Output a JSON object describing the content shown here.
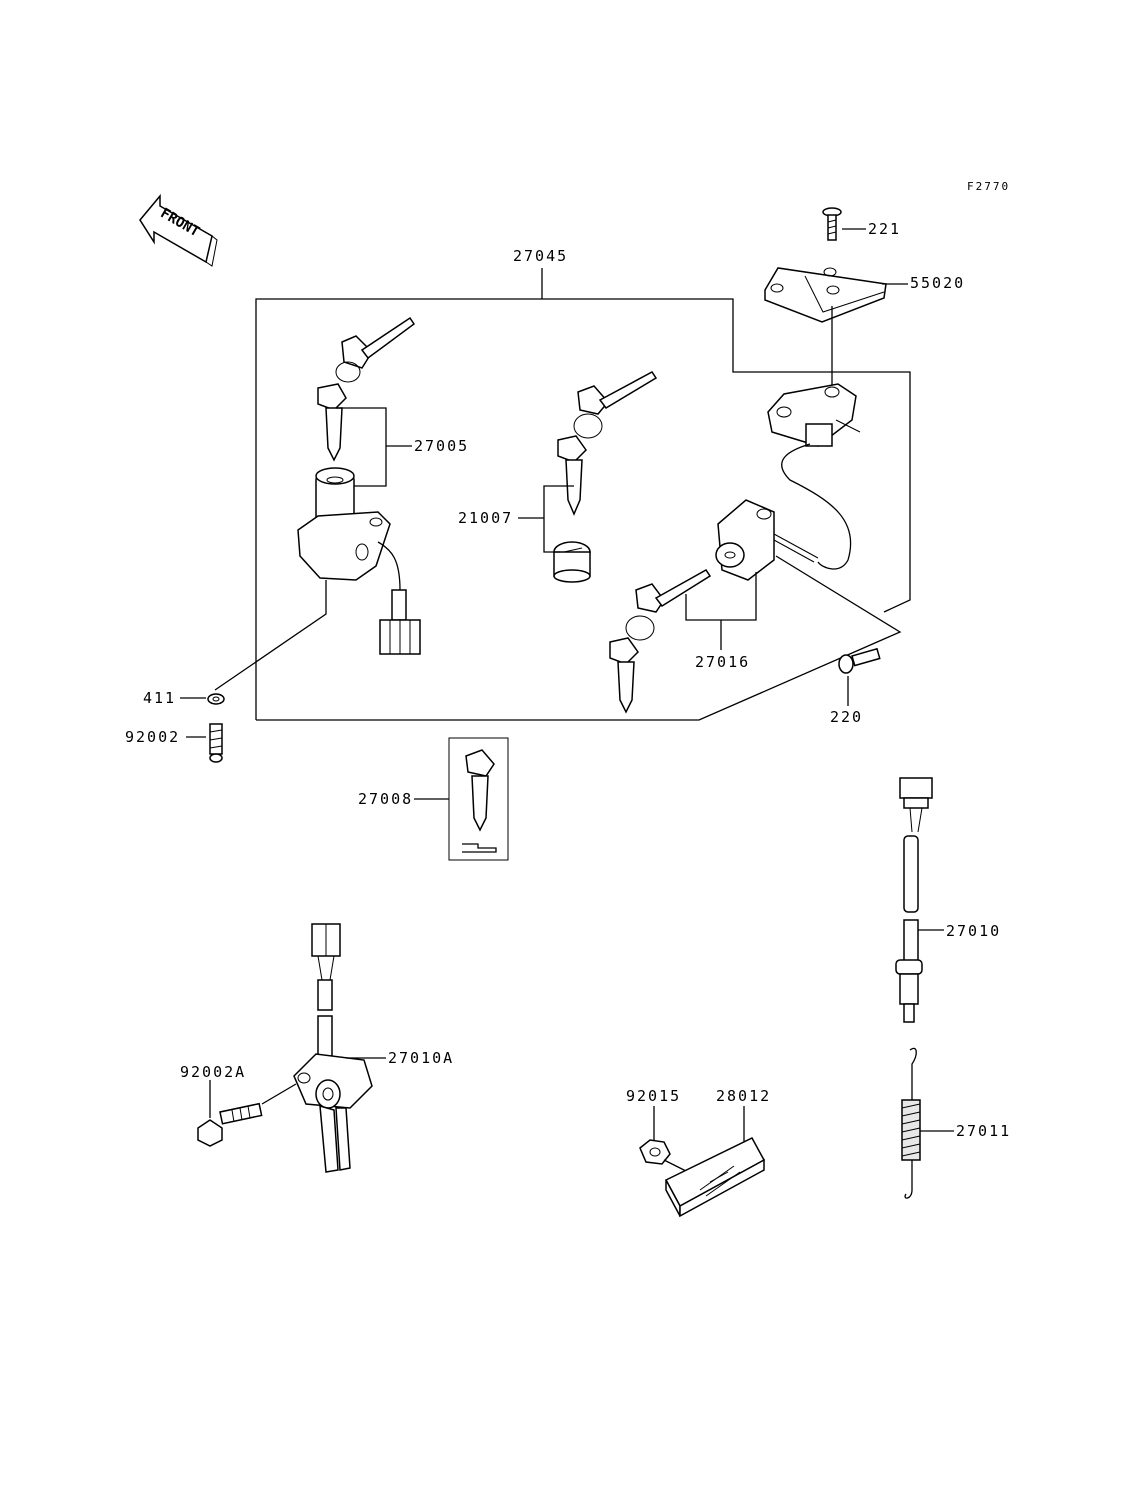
{
  "diagram_code": "F2770",
  "front_label": "FRONT",
  "labels": {
    "p27045": "27045",
    "p221": "221",
    "p55020": "55020",
    "p27005": "27005",
    "p21007": "21007",
    "p27016": "27016",
    "p220": "220",
    "p411": "411",
    "p92002": "92002",
    "p27008": "27008",
    "p27010": "27010",
    "p27010A": "27010A",
    "p92002A": "92002A",
    "p92015": "92015",
    "p28012": "28012",
    "p27011": "27011"
  }
}
